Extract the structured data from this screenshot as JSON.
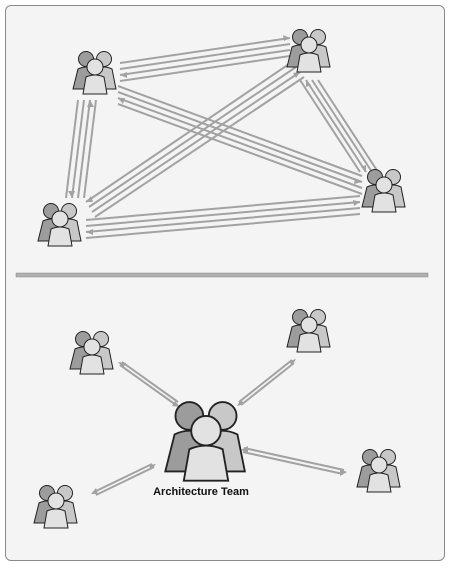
{
  "diagram": {
    "central_team": {
      "label": "Architecture Team"
    },
    "top_section": {
      "groups": [
        "group-top-left",
        "group-top-right",
        "group-bottom-right",
        "group-bottom-left"
      ]
    },
    "bottom_section": {
      "groups": [
        "group-upper-left",
        "group-upper-right",
        "group-right",
        "group-lower-left",
        "architecture-team"
      ]
    },
    "colors": {
      "panel_bg": "#f4f4f4",
      "arrow": "#a2a2a2",
      "person_dark": "#9c9c9c",
      "person_mid": "#b8b8b8",
      "person_light": "#dcdcdc",
      "outline": "#222222"
    }
  }
}
